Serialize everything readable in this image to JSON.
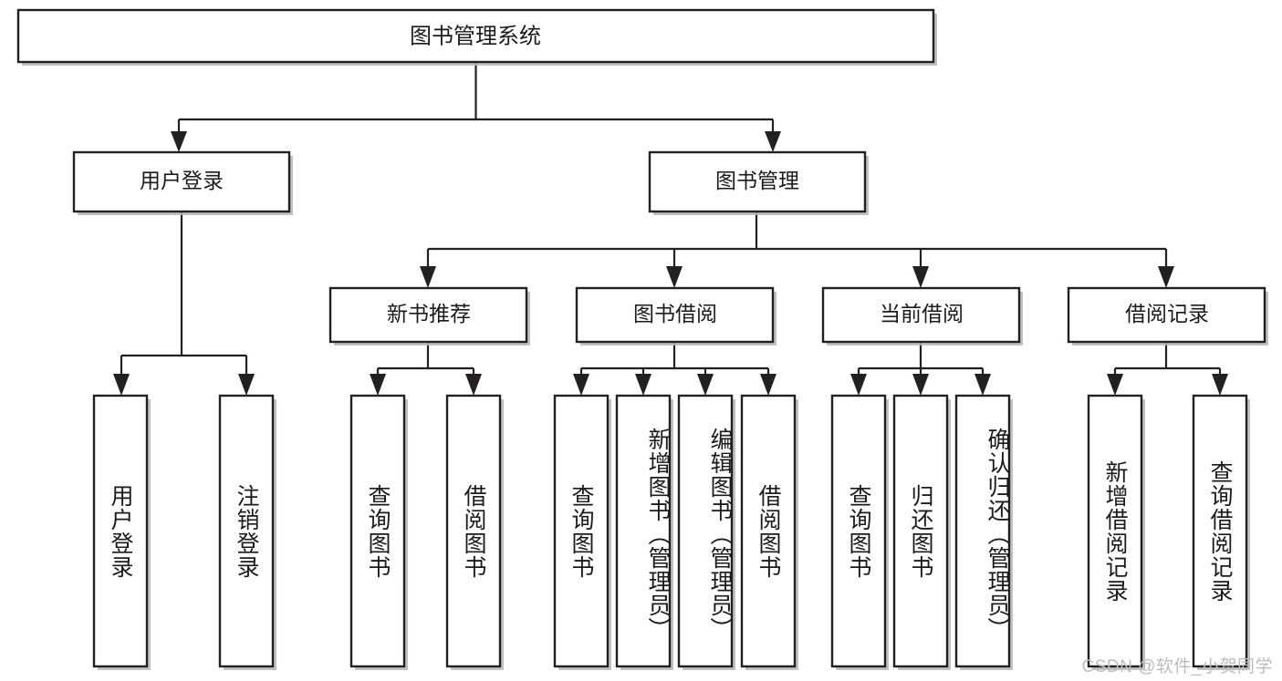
{
  "diagram": {
    "title": "图书管理系统",
    "type": "tree",
    "watermark": "CSDN @软件_小贺同学",
    "colors": {
      "box_stroke": "#23201f",
      "box_fill": "#ffffff",
      "text": "#1b1b1b",
      "shadow": "#b9b7b5",
      "background": "#ffffff",
      "watermark": "#bdbdbd"
    },
    "root": {
      "label": "图书管理系统",
      "orientation": "horizontal"
    },
    "level2": [
      {
        "label": "用户登录",
        "orientation": "horizontal"
      },
      {
        "label": "图书管理",
        "orientation": "horizontal"
      }
    ],
    "level3": [
      {
        "label": "新书推荐",
        "orientation": "horizontal",
        "parent": "图书管理"
      },
      {
        "label": "图书借阅",
        "orientation": "horizontal",
        "parent": "图书管理"
      },
      {
        "label": "当前借阅",
        "orientation": "horizontal",
        "parent": "图书管理"
      },
      {
        "label": "借阅记录",
        "orientation": "horizontal",
        "parent": "图书管理"
      }
    ],
    "leaves": [
      {
        "label": "用户登录",
        "orientation": "vertical",
        "parent": "用户登录"
      },
      {
        "label": "注销登录",
        "orientation": "vertical",
        "parent": "用户登录"
      },
      {
        "label": "查询图书",
        "orientation": "vertical",
        "parent": "新书推荐"
      },
      {
        "label": "借阅图书",
        "orientation": "vertical",
        "parent": "新书推荐"
      },
      {
        "label": "查询图书",
        "orientation": "vertical",
        "parent": "图书借阅"
      },
      {
        "label": "新增图书（管理员）",
        "orientation": "vertical",
        "parent": "图书借阅"
      },
      {
        "label": "编辑图书（管理员）",
        "orientation": "vertical",
        "parent": "图书借阅"
      },
      {
        "label": "借阅图书",
        "orientation": "vertical",
        "parent": "图书借阅"
      },
      {
        "label": "查询图书",
        "orientation": "vertical",
        "parent": "当前借阅"
      },
      {
        "label": "归还图书",
        "orientation": "vertical",
        "parent": "当前借阅"
      },
      {
        "label": "确认归还（管理员）",
        "orientation": "vertical",
        "parent": "当前借阅"
      },
      {
        "label": "新增借阅记录",
        "orientation": "vertical",
        "parent": "借阅记录"
      },
      {
        "label": "查询借阅记录",
        "orientation": "vertical",
        "parent": "借阅记录"
      }
    ]
  }
}
